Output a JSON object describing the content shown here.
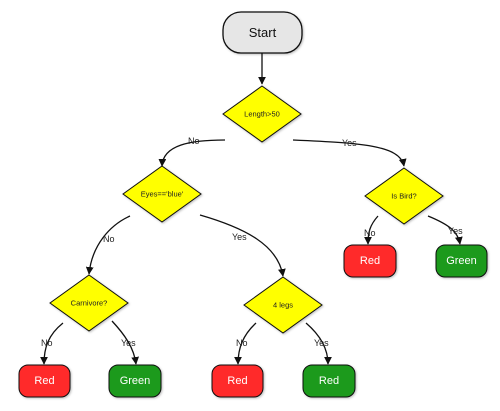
{
  "nodes": {
    "start": {
      "label": "Start",
      "color": "#e6e6e6"
    },
    "length": {
      "label": "Length>50",
      "color": "#ffff00"
    },
    "eyes": {
      "label": "Eyes=='blue'",
      "color": "#ffff00"
    },
    "isbird": {
      "label": "Is Bird?",
      "color": "#ffff00"
    },
    "carnivore": {
      "label": "Carnivore?",
      "color": "#ffff00"
    },
    "fourlegs": {
      "label": "4 legs",
      "color": "#ffff00"
    },
    "r1": {
      "label": "Red",
      "color": "#ff2b2b"
    },
    "g1": {
      "label": "Green",
      "color": "#1f9a1f"
    },
    "r2": {
      "label": "Red",
      "color": "#ff2b2b"
    },
    "g2": {
      "label": "Red",
      "color": "#1f9a1f"
    },
    "r3": {
      "label": "Red",
      "color": "#ff2b2b"
    },
    "g3": {
      "label": "Green",
      "color": "#1f9a1f"
    }
  },
  "edges": {
    "length_no": "No",
    "length_yes": "Yes",
    "eyes_no": "No",
    "eyes_yes": "Yes",
    "carnivore_no": "No",
    "carnivore_yes": "Yes",
    "fourlegs_no": "No",
    "fourlegs_yes": "Yes",
    "isbird_no": "No",
    "isbird_yes": "Yes"
  }
}
